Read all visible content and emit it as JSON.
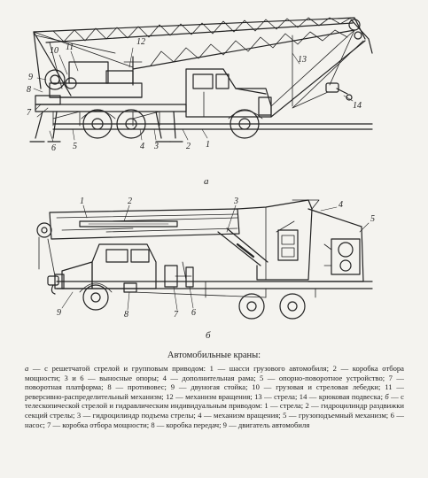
{
  "figure": {
    "part_labels": {
      "a": "а",
      "b": "б"
    },
    "top_numbers": [
      "1",
      "2",
      "3",
      "4",
      "5",
      "6",
      "7",
      "8",
      "9",
      "10",
      "11",
      "12",
      "13",
      "14"
    ],
    "bottom_numbers": [
      "1",
      "2",
      "3",
      "4",
      "5",
      "6",
      "7",
      "8",
      "9"
    ]
  },
  "caption": {
    "title": "Автомобильные краны:",
    "part_a_lead": "а",
    "part_a_text": " — с решетчатой стрелой и групповым приводом: 1 — шасси грузового автомобиля; 2 — коробка отбора мощности; 3 и 6 — выносные опоры; 4 — дополнительная рама; 5 — опорно-поворотное устройство; 7 — поворотная платформа; 8 — противовес; 9 — двуногая стойка; 10 — грузовая и стреловая лебедки; 11 — реверсивно-распределительный механизм; 12 — механизм вращения; 13 — стрела; 14 — крюковая подвеска;",
    "part_b_lead": "б",
    "part_b_text": " — с телескопической стрелой и гидравлическим индивидуальным приводом: 1 — стрела; 2 — гидроцилиндр раздвижки секций стрелы; 3 — гидроцилиндр подъема стрелы; 4 — механизм вращения; 5 — грузоподъемный механизм; 6 — насос; 7 — коробка отбора мощности; 8 — коробка передач; 9 — двигатель автомобиля"
  }
}
